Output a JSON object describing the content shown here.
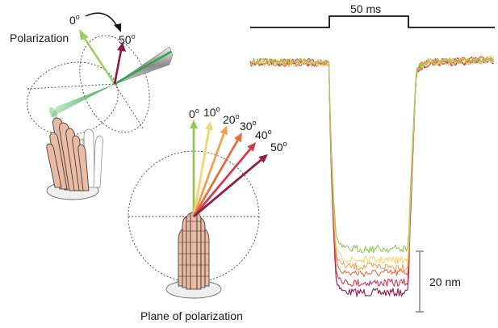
{
  "labels": {
    "polarization": "Polarization",
    "plane_of_polarization": "Plane of polarization",
    "stimulus_duration": "50 ms",
    "scale_bar": "20 nm"
  },
  "top_angles": [
    {
      "text": "0",
      "sup": "o",
      "color": "#9bcf63"
    },
    {
      "text": "50",
      "sup": "o",
      "color": "#8c1a47"
    }
  ],
  "angles": [
    {
      "text": "0",
      "sup": "o",
      "deg": 0,
      "color": "#95c95a"
    },
    {
      "text": "10",
      "sup": "o",
      "deg": 10,
      "color": "#f5d56e"
    },
    {
      "text": "20",
      "sup": "o",
      "deg": 20,
      "color": "#f3a151"
    },
    {
      "text": "30",
      "sup": "o",
      "deg": 30,
      "color": "#e66e3e"
    },
    {
      "text": "40",
      "sup": "o",
      "deg": 40,
      "color": "#cf3b50"
    },
    {
      "text": "50",
      "sup": "o",
      "deg": 50,
      "color": "#931c47"
    }
  ],
  "colors": {
    "green_beam": "#2fa84a",
    "stereocilia": "#e8bba6",
    "probe": "#9a9a9a"
  }
}
